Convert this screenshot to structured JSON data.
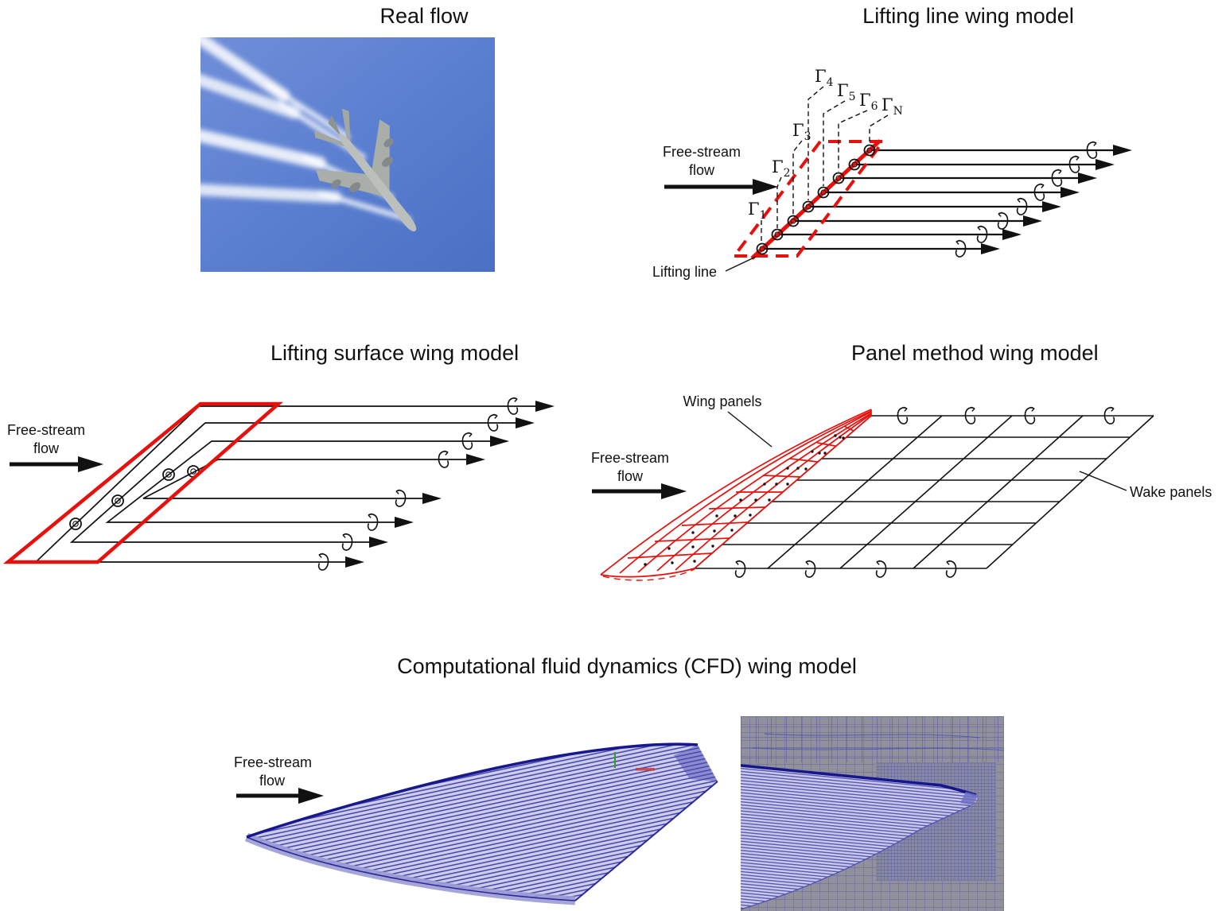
{
  "figure": {
    "panels": {
      "real_flow": {
        "title": "Real flow"
      },
      "lifting_line": {
        "title": "Lifting line wing model",
        "free_stream_label": {
          "line1": "Free-stream",
          "line2": "flow"
        },
        "lifting_line_label": "Lifting line",
        "gamma_labels": [
          {
            "base": "Γ",
            "sub": "1"
          },
          {
            "base": "Γ",
            "sub": "2"
          },
          {
            "base": "Γ",
            "sub": "3"
          },
          {
            "base": "Γ",
            "sub": "4"
          },
          {
            "base": "Γ",
            "sub": "5"
          },
          {
            "base": "Γ",
            "sub": "6"
          },
          {
            "base": "Γ",
            "sub": "N"
          }
        ]
      },
      "lifting_surface": {
        "title": "Lifting surface wing model",
        "free_stream_label": {
          "line1": "Free-stream",
          "line2": "flow"
        }
      },
      "panel_method": {
        "title": "Panel method wing model",
        "free_stream_label": {
          "line1": "Free-stream",
          "line2": "flow"
        },
        "wing_panels_label": "Wing panels",
        "wake_panels_label": "Wake panels"
      },
      "cfd": {
        "title": "Computational fluid dynamics (CFD) wing model",
        "free_stream_label": {
          "line1": "Free-stream",
          "line2": "flow"
        }
      }
    },
    "colors": {
      "wing_outline_red": "#e8100c",
      "mesh_blue": "#2b2b9e",
      "sky_blue": "#5b7fd0",
      "cfd_background_gray": "#90919a",
      "diagram_black": "#000000"
    }
  }
}
